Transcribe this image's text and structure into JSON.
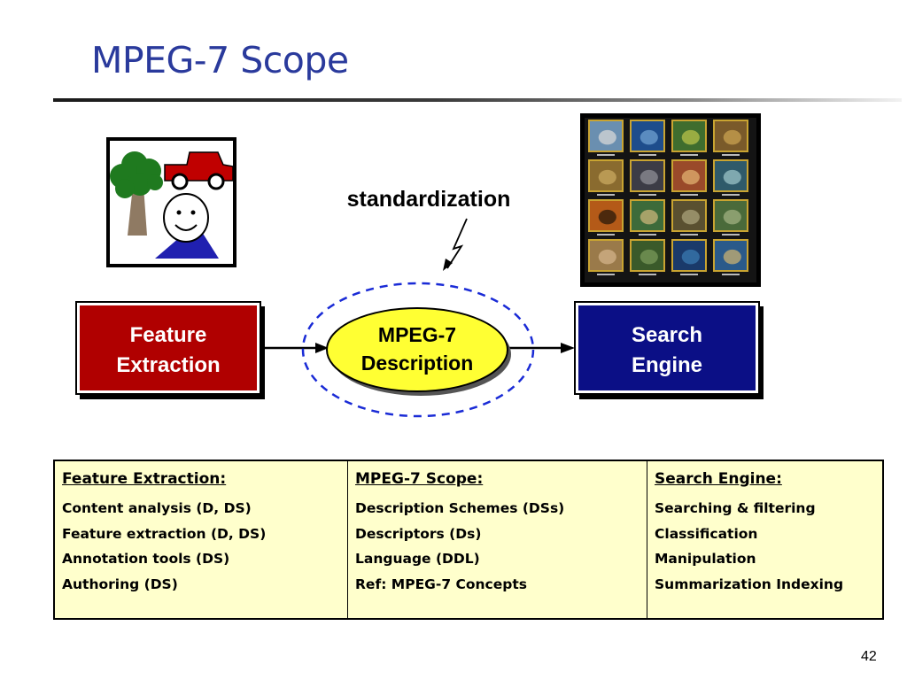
{
  "slide": {
    "title": "MPEG-7 Scope",
    "page_number": "42"
  },
  "diagram": {
    "standardization_label": "standardization",
    "feature_box": {
      "line1": "Feature",
      "line2": "Extraction",
      "color": "#b00000"
    },
    "mpeg_ellipse": {
      "line1": "MPEG-7",
      "line2": "Description",
      "color": "#ffff33"
    },
    "search_box": {
      "line1": "Search",
      "line2": "Engine",
      "color": "#0b0f86"
    },
    "scope_outline_color": "#1a2bd6"
  },
  "table": {
    "columns": [
      {
        "heading": "Feature Extraction:",
        "items": [
          "Content analysis (D, DS)",
          "Feature extraction (D, DS)",
          "Annotation tools (DS)",
          "Authoring (DS)"
        ]
      },
      {
        "heading": "MPEG-7 Scope:",
        "items": [
          "Description Schemes (DSs)",
          "Descriptors (Ds)",
          "Language (DDL)",
          "Ref: MPEG-7 Concepts"
        ]
      },
      {
        "heading": "Search Engine:",
        "items": [
          "Searching & filtering",
          "Classification",
          "Manipulation",
          "Summarization Indexing"
        ]
      }
    ],
    "background": "#ffffcc"
  }
}
